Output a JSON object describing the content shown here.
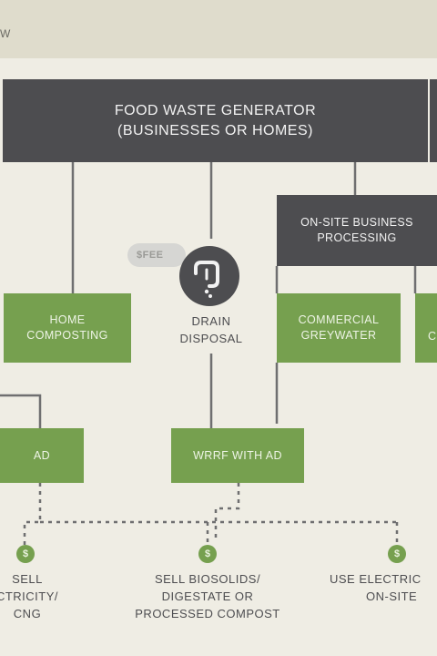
{
  "header": {
    "fragment": "W"
  },
  "nodes": {
    "generator": {
      "line1": "FOOD WASTE GENERATOR",
      "line2": "(BUSINESSES OR HOMES)"
    },
    "onsite": {
      "line1": "ON-SITE BUSINESS",
      "line2": "PROCESSING"
    },
    "home_composting": {
      "line1": "HOME",
      "line2": "COMPOSTING"
    },
    "drain_disposal": {
      "line1": "DRAIN",
      "line2": "DISPOSAL"
    },
    "commercial_greywater": {
      "line1": "COMMERCIAL",
      "line2": "GREYWATER"
    },
    "right_partial": {
      "line1": "C"
    },
    "ad": {
      "label": "AD"
    },
    "wrrf": {
      "label": "WRRF WITH AD"
    }
  },
  "fee_badge": "$FEE",
  "money_symbol": "$",
  "outcomes": {
    "left": {
      "line1": "SELL",
      "line2": "CTRICITY/",
      "line3": "CNG"
    },
    "middle": {
      "line1": "SELL BIOSOLIDS/",
      "line2": "DIGESTATE OR",
      "line3": "PROCESSED COMPOST"
    },
    "right": {
      "line1": "USE ELECTRIC",
      "line2": "ON-SITE"
    }
  },
  "icons": {
    "drain": "drain-pipe-icon",
    "money": "dollar-coin-icon"
  },
  "colors": {
    "dark": "#4d4d50",
    "green": "#76a04f",
    "background": "#efede4",
    "header": "#dfdccc"
  }
}
